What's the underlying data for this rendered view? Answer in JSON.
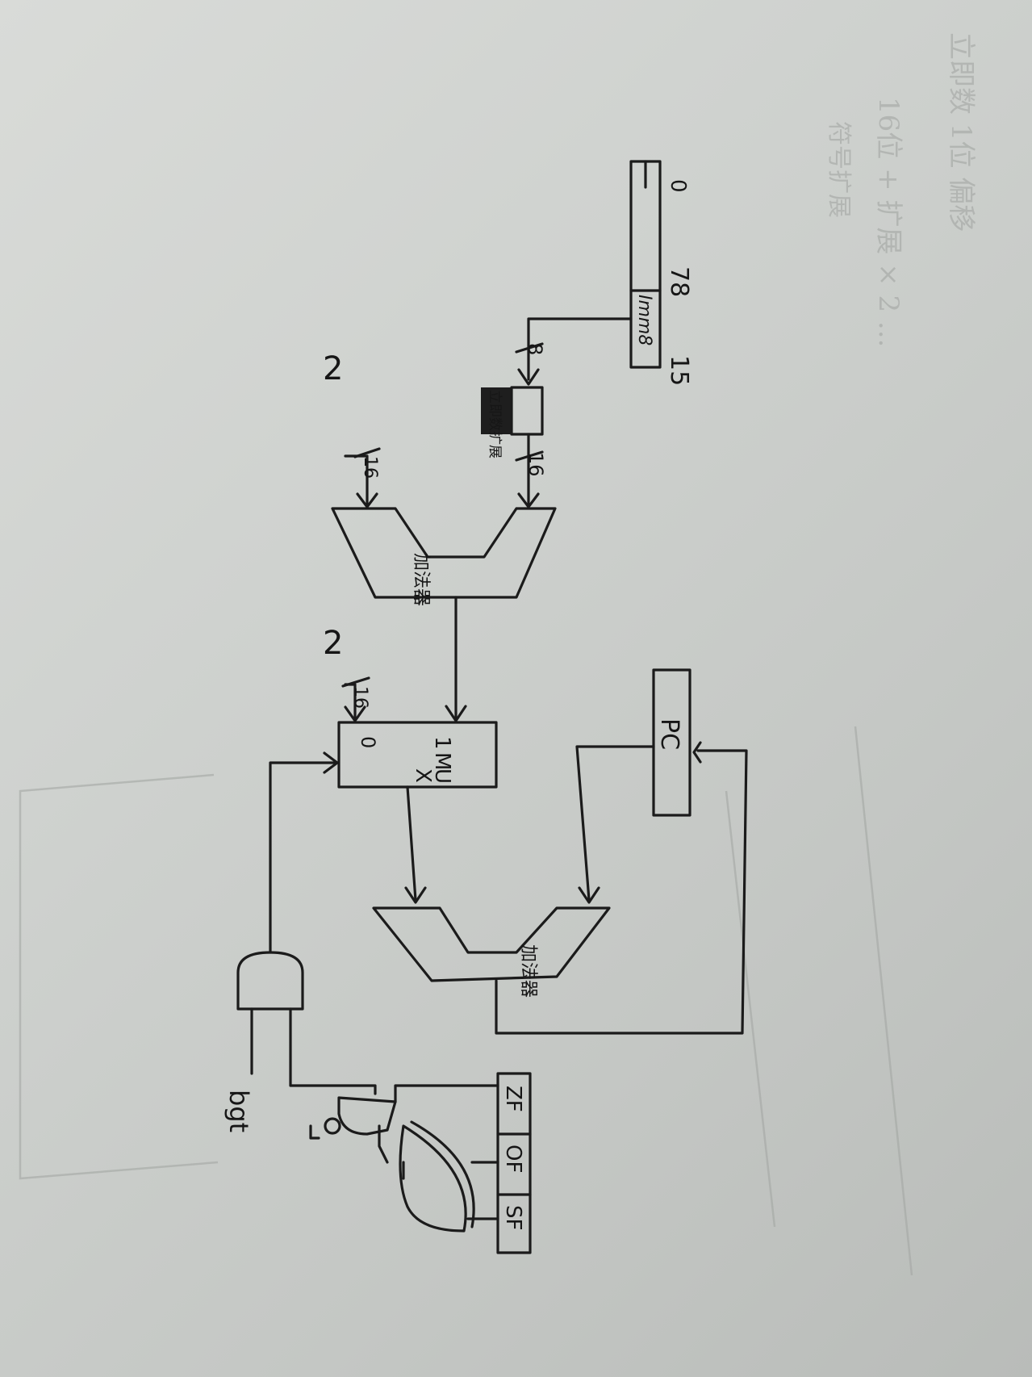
{
  "instruction_fields": {
    "bit_low": "0",
    "bit_mid": "78",
    "bit_high": "15",
    "imm_field": "Imm8"
  },
  "bus_widths": {
    "imm": "8",
    "ext_out": "16",
    "adder_in_a": "16",
    "mux_in_0": "16"
  },
  "constants": {
    "adder_const": "2",
    "mux_const": "2"
  },
  "blocks": {
    "sign_extend": "立即数扩展",
    "adder_top": "加法器",
    "mux_lines": [
      "1",
      "M",
      "U",
      "X",
      "0"
    ],
    "pc": "PC",
    "adder_bottom": "加法器"
  },
  "flags": [
    "ZF",
    "OF",
    "SF"
  ],
  "signal": "bgt",
  "ghost_notes": {
    "line1": "立即数 1位 偏移",
    "line2": "16位 + 扩展 × 2 ...",
    "line3": "符号扩展"
  }
}
